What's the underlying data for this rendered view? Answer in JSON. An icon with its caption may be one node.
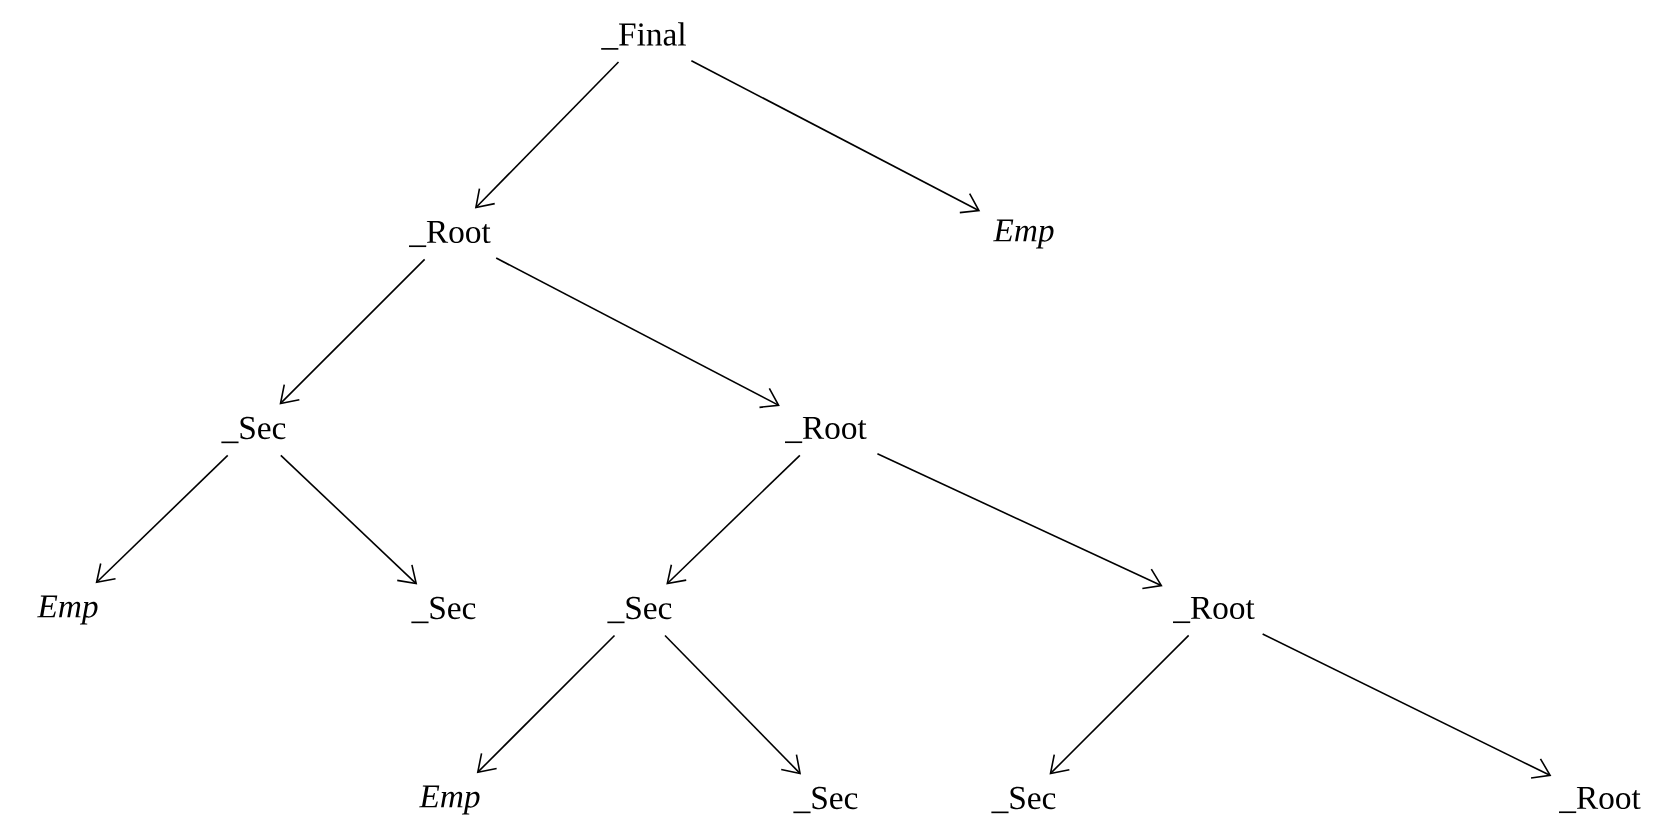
{
  "diagram": {
    "nodes": [
      {
        "text": [
          "_Final"
        ]
      },
      {
        "text": [
          "_Root"
        ]
      },
      {
        "text": [
          "Emp"
        ]
      },
      {
        "text": [
          "_Sec"
        ]
      },
      {
        "text": [
          "_Root"
        ]
      },
      {
        "text": [
          "Emp"
        ]
      },
      {
        "text": [
          "_Sec"
        ]
      },
      {
        "text": [
          "_Sec"
        ]
      },
      {
        "text": [
          "_Root"
        ]
      },
      {
        "text": [
          "Emp"
        ]
      },
      {
        "text": [
          "_Sec"
        ]
      },
      {
        "text": [
          "_Sec"
        ]
      },
      {
        "text": [
          "_Root"
        ]
      }
    ],
    "edges": [
      {
        "from": 0,
        "to": 1,
        "arrow": "to"
      },
      {
        "from": 0,
        "to": 2,
        "arrow": "to"
      },
      {
        "from": 1,
        "to": 3,
        "arrow": "to"
      },
      {
        "from": 1,
        "to": 4,
        "arrow": "to"
      },
      {
        "from": 3,
        "to": 5,
        "arrow": "to"
      },
      {
        "from": 3,
        "to": 6,
        "arrow": "to"
      },
      {
        "from": 4,
        "to": 7,
        "arrow": "to"
      },
      {
        "from": 4,
        "to": 8,
        "arrow": "to"
      },
      {
        "from": 7,
        "to": 9,
        "arrow": "to"
      },
      {
        "from": 7,
        "to": 10,
        "arrow": "to"
      },
      {
        "from": 8,
        "to": 11,
        "arrow": "to"
      },
      {
        "from": 8,
        "to": 12,
        "arrow": "to"
      }
    ]
  }
}
